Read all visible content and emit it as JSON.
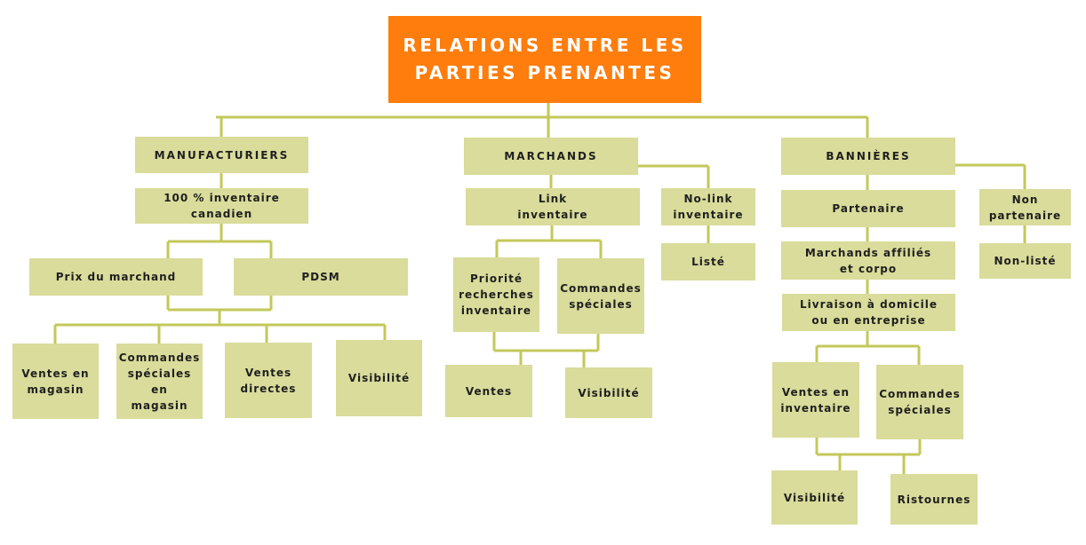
{
  "title": "RELATIONS ENTRE LES\nPARTIES PRENANTES",
  "manufacturiers": {
    "label": "MANUFACTURIERS",
    "inventaire": "100 % inventaire\ncanadien",
    "prix": "Prix du marchand",
    "pdsm": "PDSM",
    "ventes_magasin": "Ventes en\nmagasin",
    "commandes_magasin": "Commandes\nspéciales\nen\nmagasin",
    "ventes_directes": "Ventes\ndirectes",
    "visibilite": "Visibilité"
  },
  "marchands": {
    "label": "MARCHANDS",
    "link": "Link\ninventaire",
    "nolink": "No-link\ninventaire",
    "liste": "Listé",
    "priorite": "Priorité\nrecherches\ninventaire",
    "commandes": "Commandes\nspéciales",
    "ventes": "Ventes",
    "visibilite": "Visibilité"
  },
  "bannieres": {
    "label": "BANNIÈRES",
    "partenaire": "Partenaire",
    "non_partenaire": "Non\npartenaire",
    "non_liste": "Non-listé",
    "affilies": "Marchands affiliés\net corpo",
    "livraison": "Livraison à domicile\nou en entreprise",
    "ventes_inventaire": "Ventes en\ninventaire",
    "commandes": "Commandes\nspéciales",
    "visibilite": "Visibilité",
    "ristournes": "Ristournes"
  },
  "colors": {
    "title_bg": "#fe7d0d",
    "box_bg": "#d9dc9a",
    "connector": "#c3c85a",
    "text": "#1f1f1f"
  }
}
